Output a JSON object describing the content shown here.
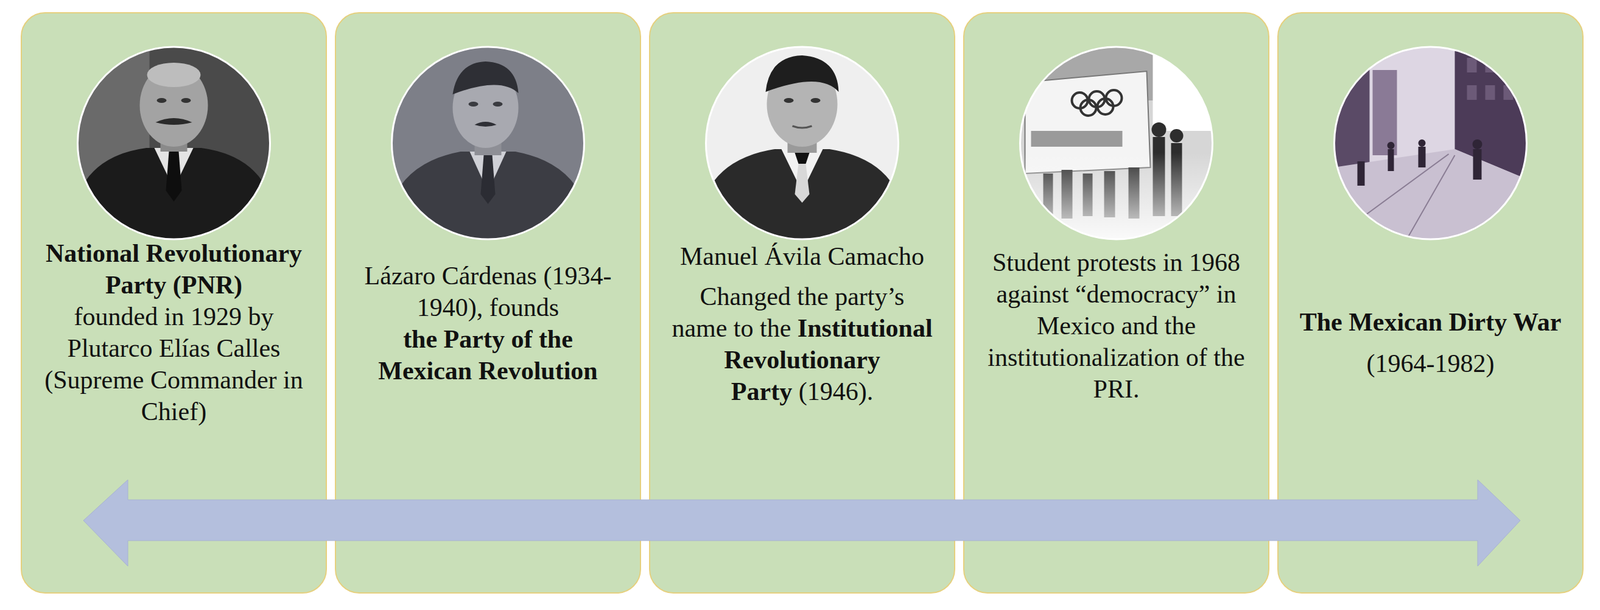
{
  "diagram": {
    "nodes": [
      {
        "text": [
          "National Revolutionary Party (PNR)",
          "founded in 1929 by Plutarco Elías Calles (Supreme Commander in Chief)"
        ]
      },
      {
        "text": [
          "Lázaro Cárdenas (1934-1940), founds",
          "the Party of the Mexican Revolution"
        ]
      },
      {
        "text": [
          "Manuel Ávila Camacho",
          "Changed the party’s name to the",
          "Institutional Revolutionary Party",
          "(1946)."
        ]
      },
      {
        "text": [
          "Student protests in 1968 against “democracy” in Mexico and the institutionalization of the PRI."
        ]
      },
      {
        "text": [
          "The Mexican Dirty War",
          "(1964-1982)"
        ]
      }
    ]
  }
}
